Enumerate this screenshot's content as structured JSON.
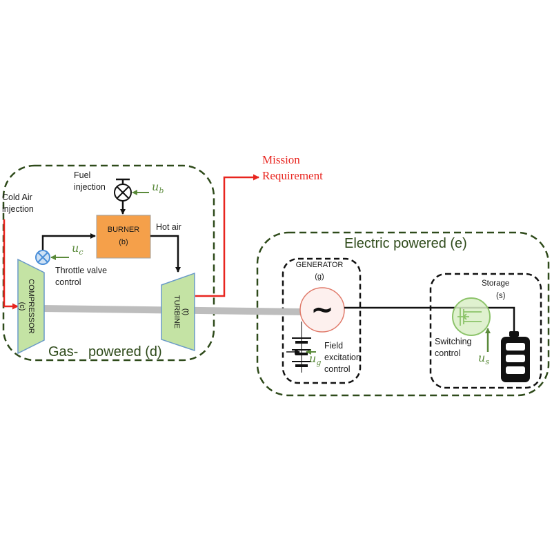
{
  "labels": {
    "mission_line1": "Mission",
    "mission_line2": "Requirement",
    "fuel_line1": "Fuel",
    "fuel_line2": "injection",
    "cold_air_line1": "Cold Air",
    "cold_air_line2": "injection",
    "burner_name": "BURNER",
    "burner_tag": "(b)",
    "hot_air": "Hot air",
    "throttle_line1": "Throttle valve",
    "throttle_line2": "control",
    "compressor_name": "COMPRESSOR",
    "compressor_tag": "(c)",
    "turbine_name": "TURBINE",
    "turbine_tag": "(t)",
    "gas_powered_a": "Gas-",
    "gas_powered_b": "powered (d)",
    "electric_powered": "Electric powered (e)",
    "generator_name": "GENERATOR",
    "generator_tag": "(g)",
    "generator_symbol": "~",
    "field_line1": "Field",
    "field_line2": "excitation",
    "field_line3": "control",
    "storage_name": "Storage",
    "storage_tag": "(s)",
    "switching_line1": "Switching",
    "switching_line2": "control",
    "ub_base": "u",
    "ub_sub": "b",
    "uc_base": "u",
    "uc_sub": "c",
    "ug_base": "u",
    "ug_sub": "g",
    "us_base": "u",
    "us_sub": "s"
  },
  "colors": {
    "region_border": "#2e4a1a",
    "mission": "#e8251f",
    "burner_fill": "#f5a04a",
    "machine_fill": "#c4e3a4",
    "control_green": "#5a8a3a",
    "shaft": "#bdbdbd",
    "valve_blue": "#4a8ed8",
    "generator_ring": "#e07a6a",
    "switch_green": "#8cc36a"
  }
}
